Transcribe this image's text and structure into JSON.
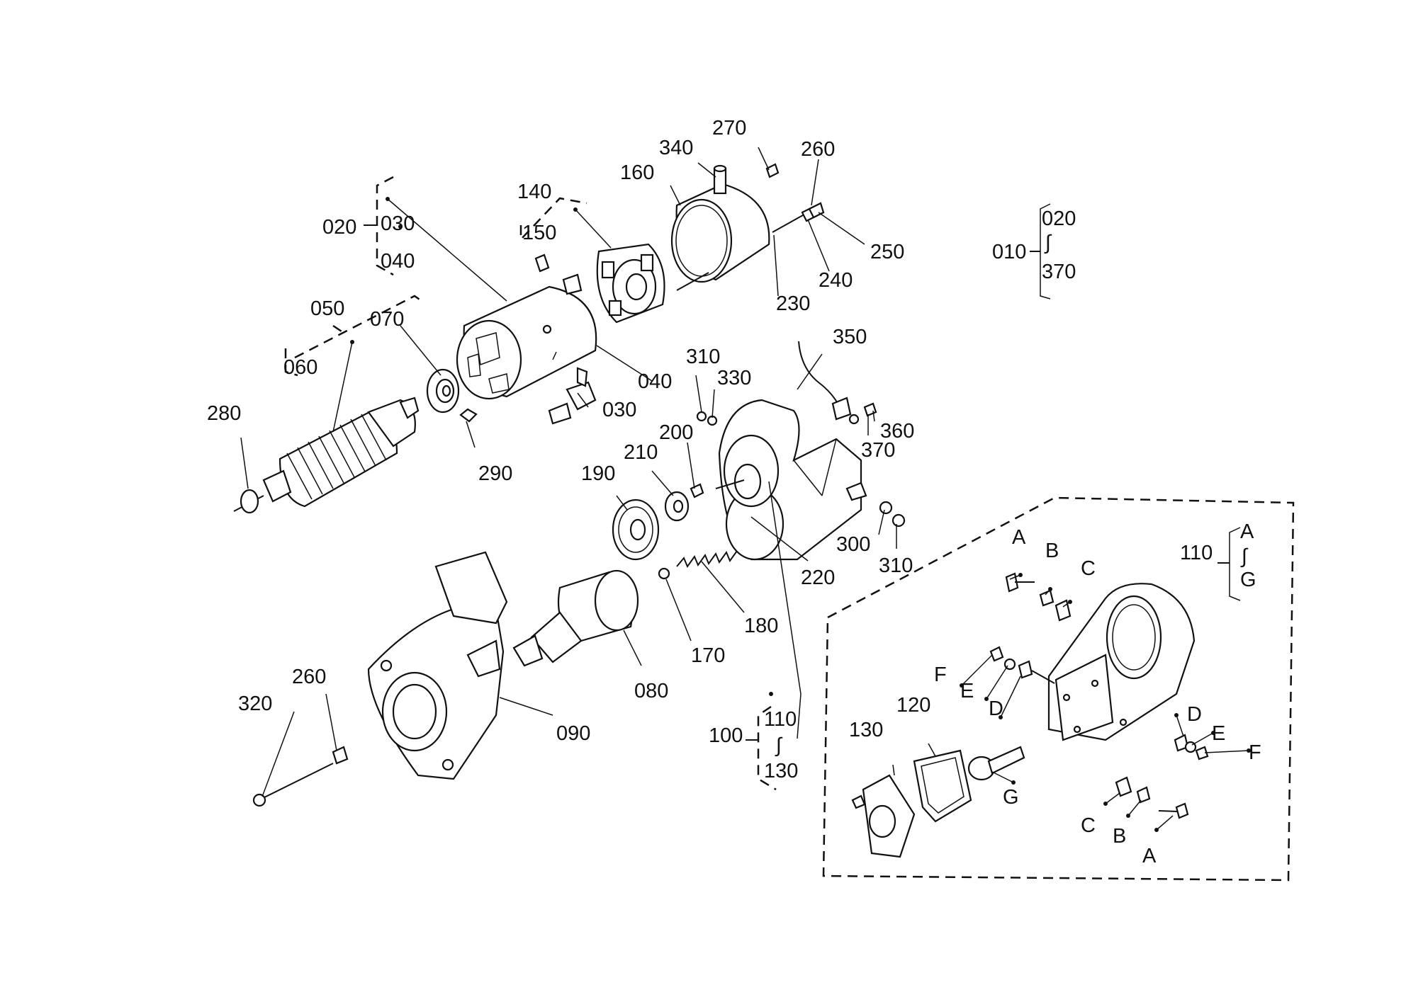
{
  "labels": {
    "l010": "010",
    "l020a": "020",
    "l020b": "020",
    "l030a": "030",
    "l030b": "030",
    "l040a": "040",
    "l040b": "040",
    "l050": "050",
    "l060": "060",
    "l070": "070",
    "l080": "080",
    "l090": "090",
    "l100": "100",
    "l110a": "110",
    "l110b": "110",
    "l120": "120",
    "l130a": "130",
    "l130b": "130",
    "l140": "140",
    "l150": "150",
    "l160": "160",
    "l170": "170",
    "l180": "180",
    "l190": "190",
    "l200": "200",
    "l210": "210",
    "l220": "220",
    "l230": "230",
    "l240": "240",
    "l250": "250",
    "l260a": "260",
    "l260b": "260",
    "l270": "270",
    "l280": "280",
    "l290": "290",
    "l300": "300",
    "l310a": "310",
    "l310b": "310",
    "l320": "320",
    "l330": "330",
    "l340": "340",
    "l350": "350",
    "l360": "360",
    "l370a": "370",
    "l370b": "370",
    "lA1": "A",
    "lA2": "A",
    "lA3": "A",
    "lB1": "B",
    "lB2": "B",
    "lC1": "C",
    "lC2": "C",
    "lD1": "D",
    "lD2": "D",
    "lE1": "E",
    "lE2": "E",
    "lF1": "F",
    "lF2": "F",
    "lG1": "G",
    "lG2": "G",
    "tilde1": "∫",
    "tilde2": "∫",
    "tilde3": "∫"
  }
}
